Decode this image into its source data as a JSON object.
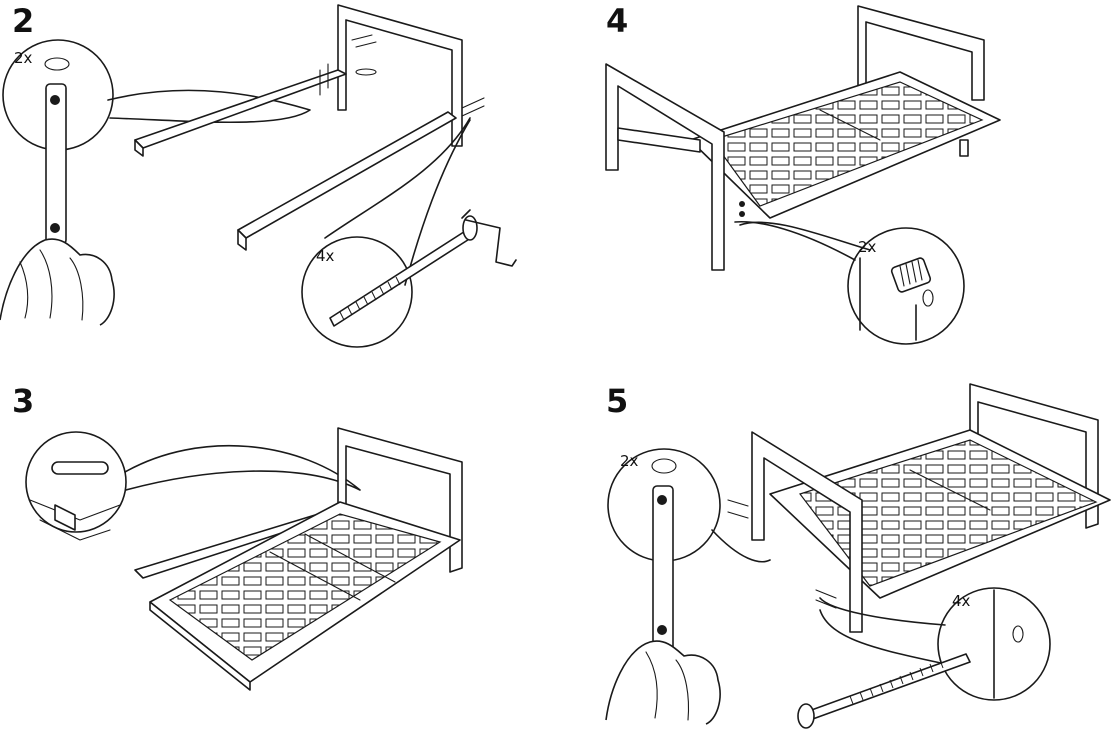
{
  "steps": [
    {
      "number": "2",
      "callouts": [
        "2x",
        "4x"
      ]
    },
    {
      "number": "3",
      "callouts": []
    },
    {
      "number": "4",
      "callouts": [
        "2x"
      ]
    },
    {
      "number": "5",
      "callouts": [
        "2x",
        "4x"
      ]
    }
  ]
}
